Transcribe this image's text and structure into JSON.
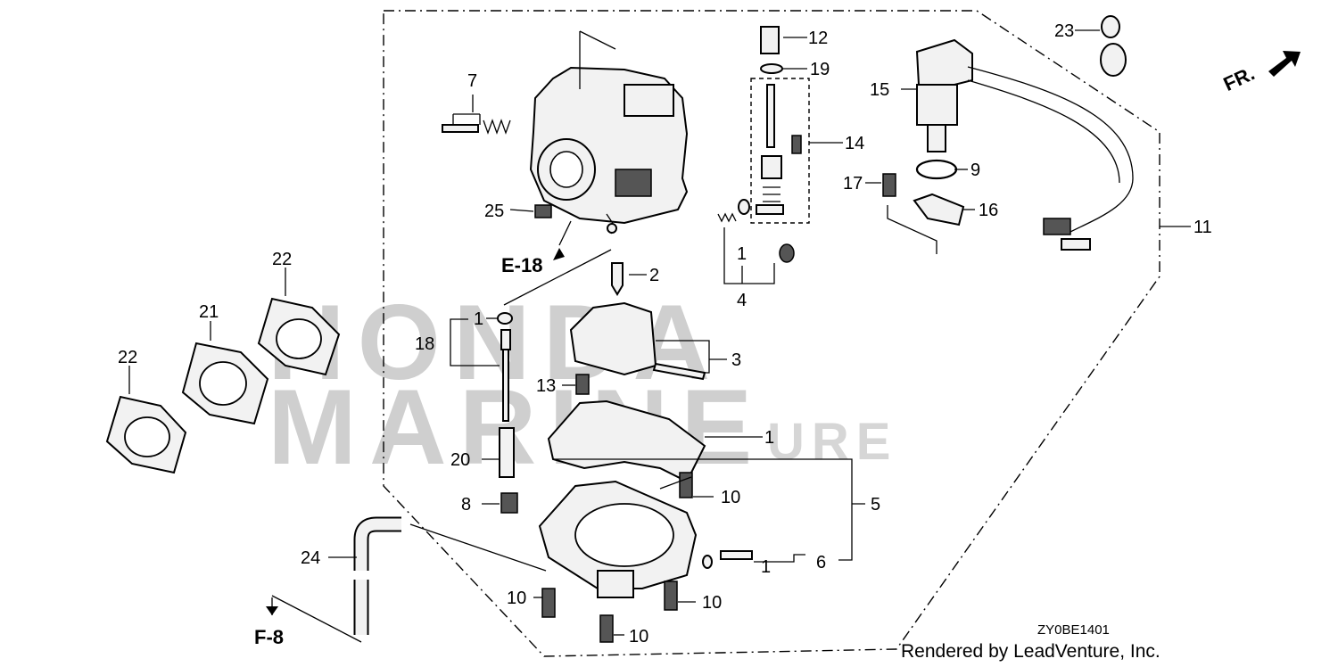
{
  "watermark": {
    "line1": "HONDA",
    "line2": "MARINE",
    "line3": "URE"
  },
  "diagram_code": "ZY0BE1401",
  "credit": "Rendered by LeadVenture, Inc.",
  "direction_label": "FR.",
  "references": [
    {
      "id": "ref-e18",
      "text": "E-18"
    },
    {
      "id": "ref-f8",
      "text": "F-8"
    }
  ],
  "callouts": [
    {
      "id": "c1a",
      "text": "1"
    },
    {
      "id": "c1b",
      "text": "1"
    },
    {
      "id": "c1c",
      "text": "1"
    },
    {
      "id": "c1d",
      "text": "1"
    },
    {
      "id": "c2",
      "text": "2"
    },
    {
      "id": "c3",
      "text": "3"
    },
    {
      "id": "c4",
      "text": "4"
    },
    {
      "id": "c5",
      "text": "5"
    },
    {
      "id": "c6",
      "text": "6"
    },
    {
      "id": "c7",
      "text": "7"
    },
    {
      "id": "c8",
      "text": "8"
    },
    {
      "id": "c9",
      "text": "9"
    },
    {
      "id": "c10a",
      "text": "10"
    },
    {
      "id": "c10b",
      "text": "10"
    },
    {
      "id": "c10c",
      "text": "10"
    },
    {
      "id": "c10d",
      "text": "10"
    },
    {
      "id": "c11",
      "text": "11"
    },
    {
      "id": "c12",
      "text": "12"
    },
    {
      "id": "c13",
      "text": "13"
    },
    {
      "id": "c14",
      "text": "14"
    },
    {
      "id": "c15",
      "text": "15"
    },
    {
      "id": "c16",
      "text": "16"
    },
    {
      "id": "c17",
      "text": "17"
    },
    {
      "id": "c18",
      "text": "18"
    },
    {
      "id": "c19",
      "text": "19"
    },
    {
      "id": "c20",
      "text": "20"
    },
    {
      "id": "c21",
      "text": "21"
    },
    {
      "id": "c22a",
      "text": "22"
    },
    {
      "id": "c22b",
      "text": "22"
    },
    {
      "id": "c23",
      "text": "23"
    },
    {
      "id": "c24",
      "text": "24"
    },
    {
      "id": "c25",
      "text": "25"
    }
  ]
}
